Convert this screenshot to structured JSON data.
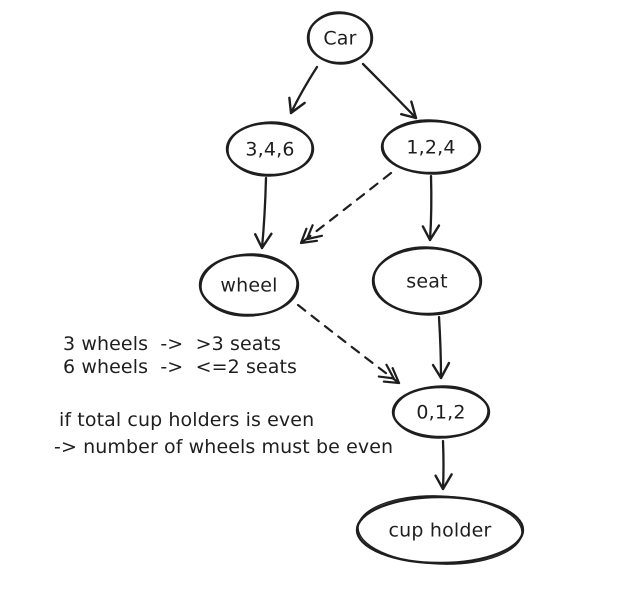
{
  "diagram": {
    "background": "#ffffff",
    "stroke_color": "#1e1e1e",
    "nodes": {
      "car": "Car",
      "wheel_domain": "3,4,6",
      "seat_domain": "1,2,4",
      "wheel": "wheel",
      "seat": "seat",
      "cup_domain": "0,1,2",
      "cup_holder": "cup holder"
    },
    "edges": [
      {
        "from": "Car",
        "to": "3,4,6",
        "style": "solid"
      },
      {
        "from": "Car",
        "to": "1,2,4",
        "style": "solid"
      },
      {
        "from": "3,4,6",
        "to": "wheel",
        "style": "solid"
      },
      {
        "from": "1,2,4",
        "to": "wheel",
        "style": "dashed"
      },
      {
        "from": "1,2,4",
        "to": "seat",
        "style": "solid"
      },
      {
        "from": "wheel",
        "to": "0,1,2",
        "style": "dashed"
      },
      {
        "from": "seat",
        "to": "0,1,2",
        "style": "solid"
      },
      {
        "from": "0,1,2",
        "to": "cup holder",
        "style": "solid"
      }
    ],
    "annotations": {
      "rule1": "3 wheels  ->  >3 seats",
      "rule2": "6 wheels  ->  <=2 seats",
      "rule3": "if total cup holders is even",
      "rule4": "-> number of wheels must be even"
    }
  }
}
